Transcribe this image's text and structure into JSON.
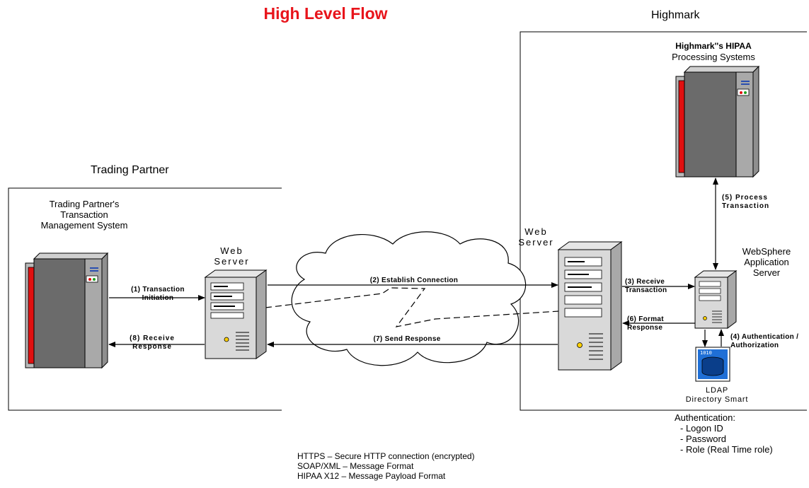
{
  "title": "High Level Flow",
  "highmark": {
    "region_label": "Highmark",
    "hipaa_title": "Highmark''s HIPAA",
    "hipaa_sub": "Processing Systems",
    "web_server": [
      "Web",
      "Server"
    ],
    "websphere": [
      "WebSphere",
      "Application",
      "Server"
    ],
    "ldap": [
      "LDAP",
      "Directory Smart"
    ],
    "auth_title": "Authentication:",
    "auth_items": [
      "- Logon ID",
      "- Password",
      "- Role (Real Time role)"
    ]
  },
  "partner": {
    "region_label": "Trading Partner",
    "tms": [
      "Trading Partner's",
      "Transaction",
      "Management System"
    ],
    "web_server": [
      "Web",
      "Server"
    ]
  },
  "steps": {
    "s1": [
      "(1) Transaction",
      "Initiation"
    ],
    "s2": "(2) Establish Connection",
    "s3": [
      "(3) Receive",
      "Transaction"
    ],
    "s4": [
      "(4) Authentication /",
      "Authorization"
    ],
    "s5": [
      "(5) Process",
      "Transaction"
    ],
    "s6": [
      "(6) Format",
      "Response"
    ],
    "s7": "(7) Send Response",
    "s8": [
      "(8) Receive",
      "Response"
    ]
  },
  "legend": [
    "HTTPS – Secure HTTP connection (encrypted)",
    "SOAP/XML – Message Format",
    "HIPAA X12 – Message Payload Format"
  ],
  "colors": {
    "title": "#e8141b",
    "mainframe_red": "#e01010",
    "ldap_blue": "#1f6fd6"
  }
}
